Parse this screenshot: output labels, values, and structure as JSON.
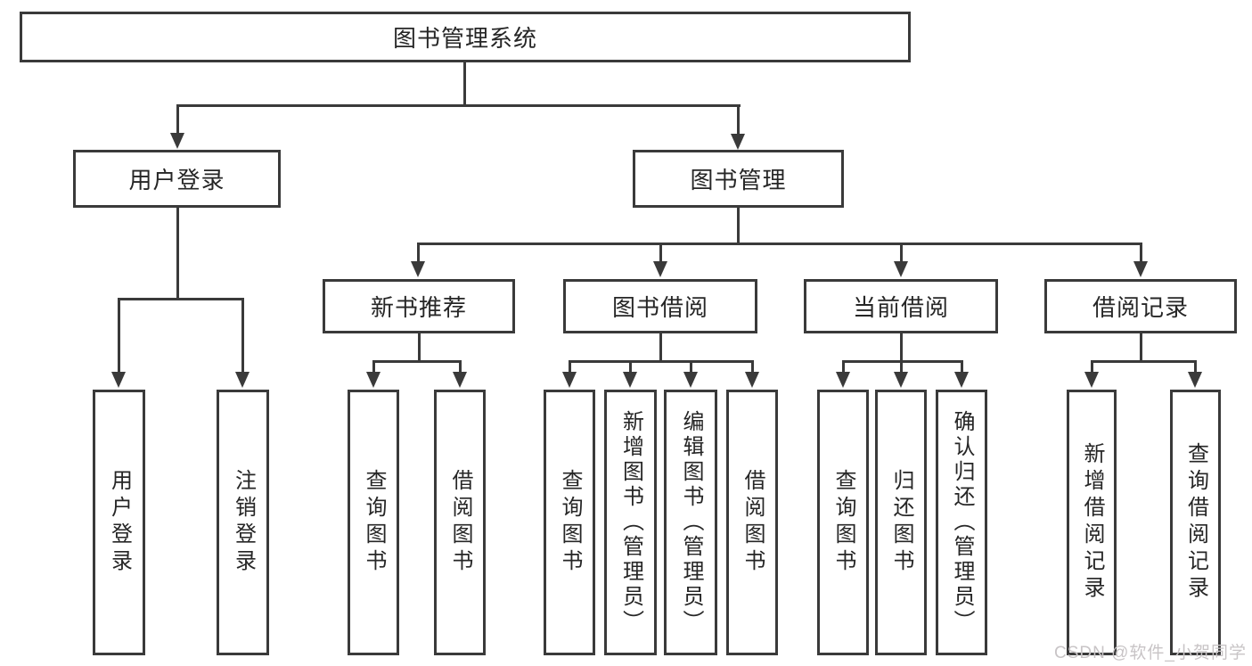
{
  "diagram": {
    "nodes": {
      "root": "图书管理系统",
      "user_login": "用户登录",
      "book_mgmt": "图书管理",
      "new_book": "新书推荐",
      "book_borrow": "图书借阅",
      "current_borrow": "当前借阅",
      "borrow_record": "借阅记录",
      "user_login_children": [
        "用户登录",
        "注销登录"
      ],
      "new_book_children": [
        "查询图书",
        "借阅图书"
      ],
      "book_borrow_children": [
        "查询图书",
        "新增图书（管理员）",
        "编辑图书（管理员）",
        "借阅图书"
      ],
      "current_borrow_children": [
        "查询图书",
        "归还图书",
        "确认归还（管理员）"
      ],
      "borrow_record_children": [
        "新增借阅记录",
        "查询借阅记录"
      ]
    },
    "watermark": "CSDN @软件_小贺同学",
    "colors": {
      "line": "#3a3a3a",
      "text": "#262626",
      "watermark": "#c8c4c6",
      "background": "#ffffff"
    }
  }
}
